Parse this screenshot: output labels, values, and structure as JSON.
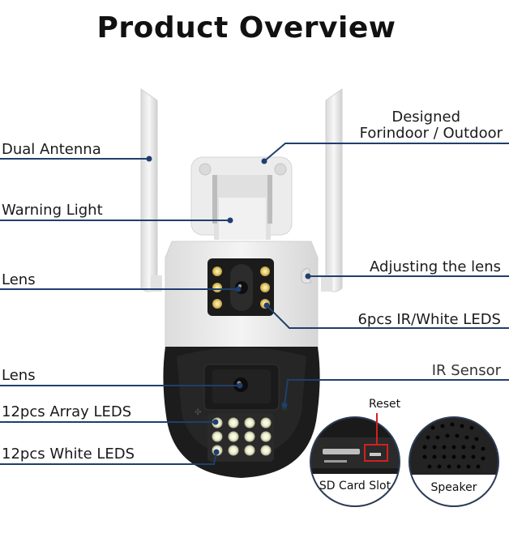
{
  "title": "Product Overview",
  "colors": {
    "leader_line": "#1f3f6e",
    "text": "#1a1a1a",
    "camera_white": "#eeeeee",
    "camera_black": "#1a1a1a",
    "led_yellow": "#e8d27a",
    "led_white": "#f2f2d8",
    "reset_box": "#d22020"
  },
  "labels_left": [
    {
      "id": "dual-antenna",
      "text": "Dual Antenna"
    },
    {
      "id": "warning-light",
      "text": "Warning Light"
    },
    {
      "id": "lens-top",
      "text": "Lens"
    },
    {
      "id": "lens-bottom",
      "text": "Lens"
    },
    {
      "id": "array-leds",
      "text": "12pcs Array LEDS"
    },
    {
      "id": "white-leds",
      "text": "12pcs White LEDS"
    }
  ],
  "labels_right": [
    {
      "id": "designed-line1",
      "text": "Designed"
    },
    {
      "id": "designed-line2",
      "text": "Forindoor / Outdoor"
    },
    {
      "id": "adjusting-lens",
      "text": "Adjusting the lens"
    },
    {
      "id": "ir-white-leds",
      "text": "6pcs IR/White LEDS"
    },
    {
      "id": "ir-sensor",
      "text": "IR Sensor"
    }
  ],
  "insets": {
    "sd_card": {
      "caption": "SD Card Slot",
      "callout": "Reset"
    },
    "speaker": {
      "caption": "Speaker"
    }
  }
}
